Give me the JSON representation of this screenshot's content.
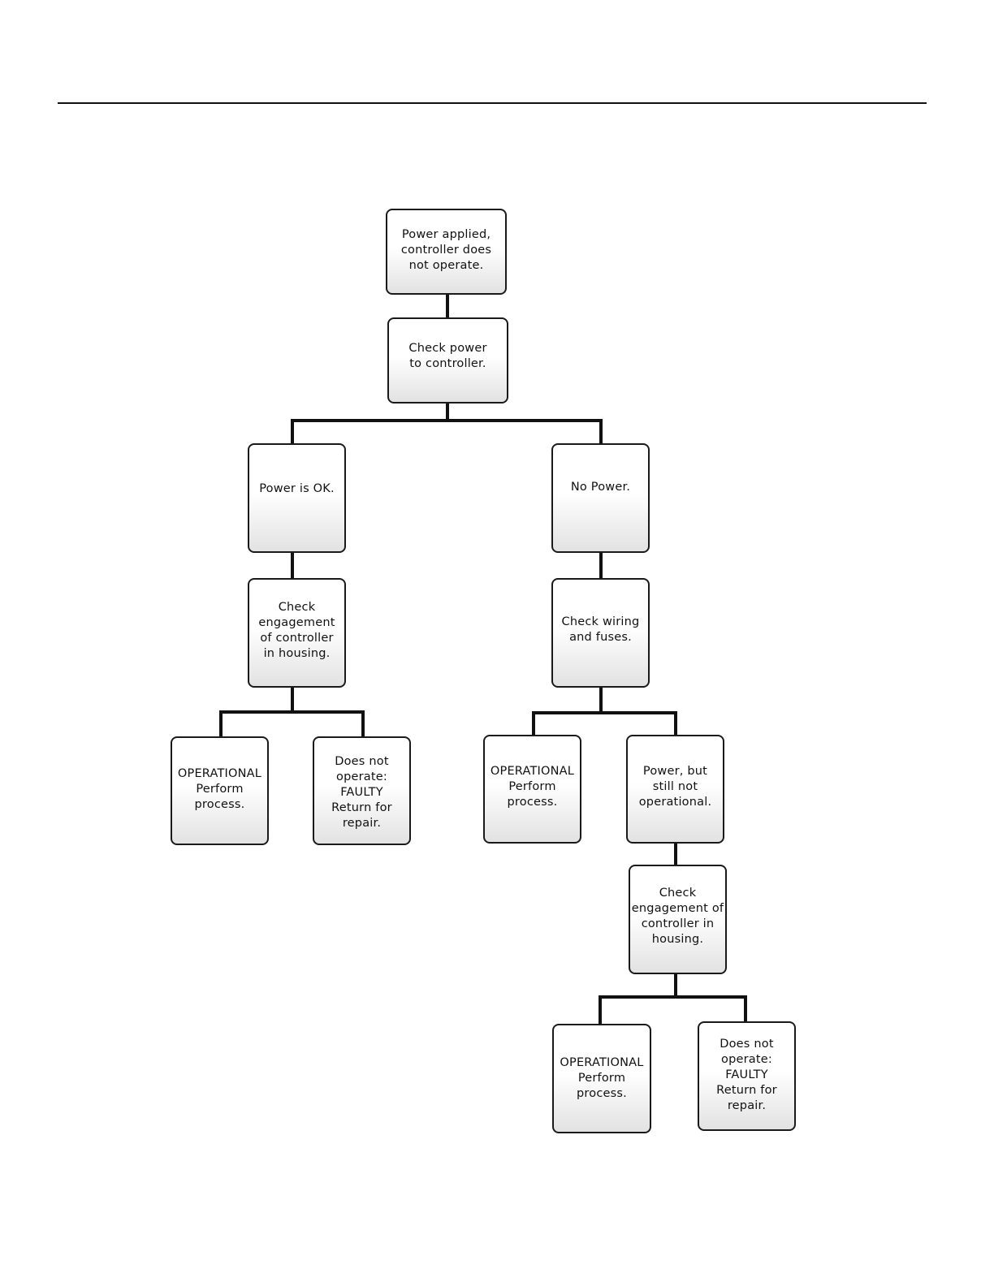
{
  "flowchart": {
    "nodes": [
      {
        "id": "power-applied",
        "text": "Power applied,\ncontroller does\nnot operate."
      },
      {
        "id": "check-power",
        "text": "Check power\nto controller."
      },
      {
        "id": "power-ok",
        "text": "Power is OK."
      },
      {
        "id": "no-power",
        "text": "No Power."
      },
      {
        "id": "check-engagement-left",
        "text": "Check\nengagement\nof controller\nin housing."
      },
      {
        "id": "check-wiring",
        "text": "Check wiring\nand fuses."
      },
      {
        "id": "operational-1",
        "text": "OPERATIONAL\nPerform\nprocess."
      },
      {
        "id": "faulty-1",
        "text": "Does not\noperate:\nFAULTY\nReturn for\nrepair."
      },
      {
        "id": "operational-2",
        "text": "OPERATIONAL\nPerform\nprocess."
      },
      {
        "id": "power-not-operational",
        "text": "Power, but\nstill not\noperational."
      },
      {
        "id": "check-engagement-right",
        "text": "Check\nengagement of\ncontroller in\nhousing."
      },
      {
        "id": "operational-3",
        "text": "OPERATIONAL\nPerform\nprocess."
      },
      {
        "id": "faulty-2",
        "text": "Does not\noperate:\nFAULTY\nReturn for\nrepair."
      }
    ],
    "edges": [
      {
        "from": "power-applied",
        "to": "check-power"
      },
      {
        "from": "check-power",
        "to": "power-ok"
      },
      {
        "from": "check-power",
        "to": "no-power"
      },
      {
        "from": "power-ok",
        "to": "check-engagement-left"
      },
      {
        "from": "no-power",
        "to": "check-wiring"
      },
      {
        "from": "check-engagement-left",
        "to": "operational-1"
      },
      {
        "from": "check-engagement-left",
        "to": "faulty-1"
      },
      {
        "from": "check-wiring",
        "to": "operational-2"
      },
      {
        "from": "check-wiring",
        "to": "power-not-operational"
      },
      {
        "from": "power-not-operational",
        "to": "check-engagement-right"
      },
      {
        "from": "check-engagement-right",
        "to": "operational-3"
      },
      {
        "from": "check-engagement-right",
        "to": "faulty-2"
      }
    ]
  }
}
